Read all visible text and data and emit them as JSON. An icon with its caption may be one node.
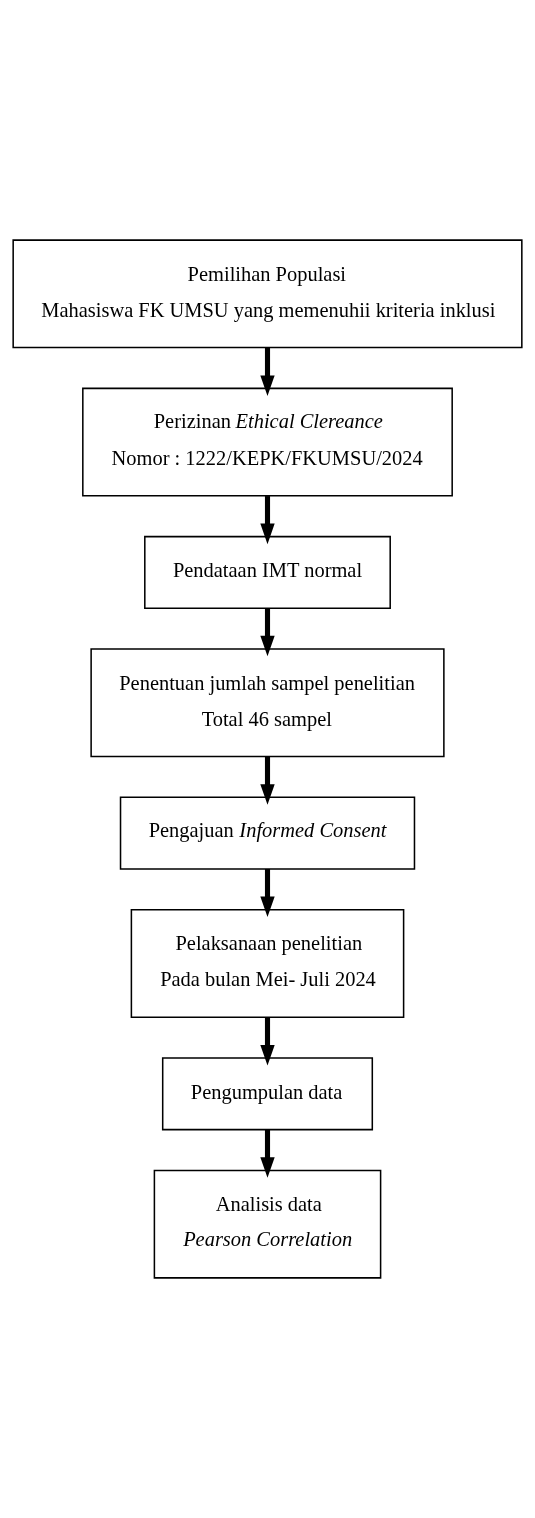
{
  "diagram": {
    "nodes": [
      {
        "text": [
          "Pemilihan Populasi",
          "Mahasiswa FK UMSU yang memenuhii kriteria inklusi"
        ]
      },
      {
        "text": [
          "Perizinan *Ethical Clereance*",
          "Nomor : 1222/KEPK/FKUMSU/2024"
        ]
      },
      {
        "text": [
          "Pendataan IMT normal"
        ]
      },
      {
        "text": [
          "Penentuan jumlah sampel penelitian",
          "Total 46 sampel"
        ]
      },
      {
        "text": [
          "Pengajuan *Informed Consent*"
        ]
      },
      {
        "text": [
          "Pelaksanaan penelitian",
          "Pada bulan Mei- Juli 2024"
        ]
      },
      {
        "text": [
          "Pengumpulan data"
        ]
      },
      {
        "text": [
          "Analisis data",
          "*Pearson Correlation*"
        ]
      }
    ],
    "edges": [
      {
        "from": 0,
        "to": 1,
        "arrow": "to"
      },
      {
        "from": 1,
        "to": 2,
        "arrow": "to"
      },
      {
        "from": 2,
        "to": 3,
        "arrow": "to"
      },
      {
        "from": 3,
        "to": 4,
        "arrow": "to"
      },
      {
        "from": 4,
        "to": 5,
        "arrow": "to"
      },
      {
        "from": 5,
        "to": 6,
        "arrow": "to"
      },
      {
        "from": 6,
        "to": 7,
        "arrow": "to"
      }
    ]
  }
}
